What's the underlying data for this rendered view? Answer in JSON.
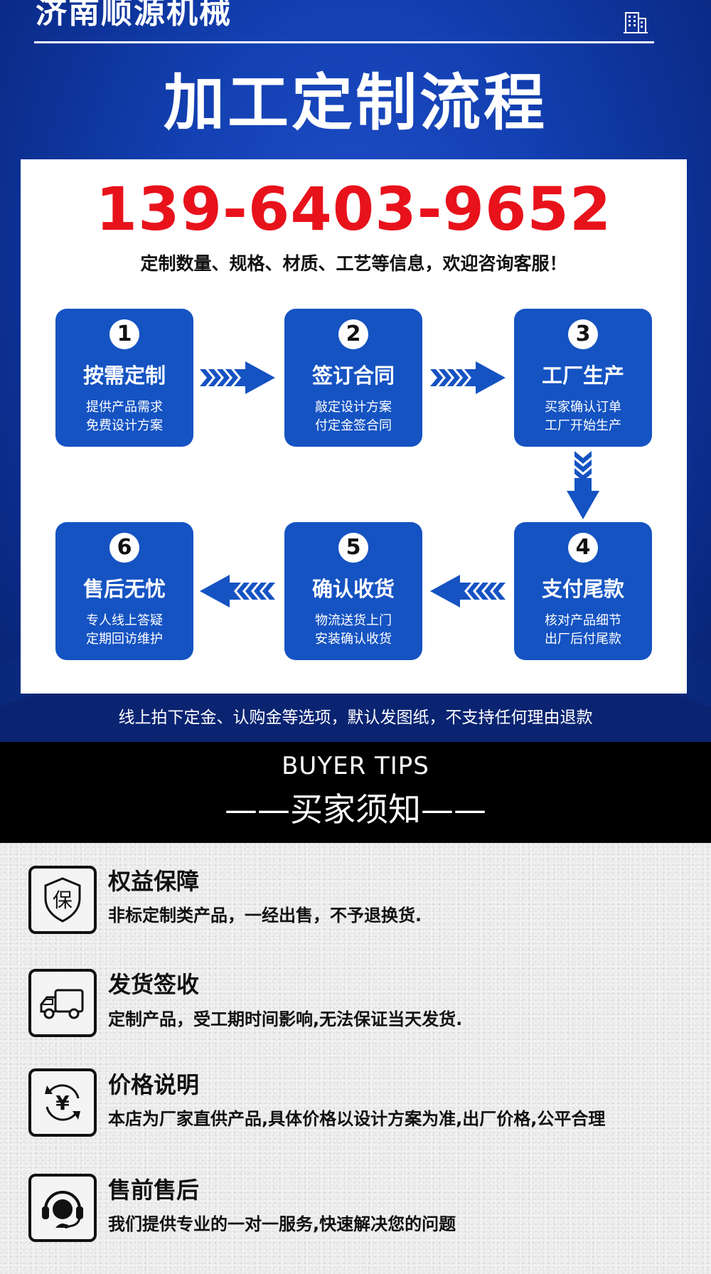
{
  "header": {
    "company": "济南顺源机械",
    "company_icon": "building-icon",
    "title": "加工定制流程"
  },
  "card": {
    "phone": "139-6403-9652",
    "subtitle": "定制数量、规格、材质、工艺等信息，欢迎咨询客服！",
    "steps": [
      {
        "num": "1",
        "name": "按需定制",
        "line1": "提供产品需求",
        "line2": "免费设计方案"
      },
      {
        "num": "2",
        "name": "签订合同",
        "line1": "敲定设计方案",
        "line2": "付定金签合同"
      },
      {
        "num": "3",
        "name": "工厂生产",
        "line1": "买家确认订单",
        "line2": "工厂开始生产"
      },
      {
        "num": "4",
        "name": "支付尾款",
        "line1": "核对产品细节",
        "line2": "出厂后付尾款"
      },
      {
        "num": "5",
        "name": "确认收货",
        "line1": "物流送货上门",
        "line2": "安装确认收货"
      },
      {
        "num": "6",
        "name": "售后无忧",
        "line1": "专人线上答疑",
        "line2": "定期回访维护"
      }
    ]
  },
  "note": "线上拍下定金、认购金等选项，默认发图纸，不支持任何理由退款",
  "buyer_tips": {
    "en": "BUYER TIPS",
    "cn": "——买家须知——"
  },
  "tips": [
    {
      "icon": "shield-icon",
      "title": "权益保障",
      "text": "非标定制类产品，一经出售，不予退换货."
    },
    {
      "icon": "truck-icon",
      "title": "发货签收",
      "text": "定制产品，受工期时间影响,无法保证当天发货."
    },
    {
      "icon": "yuan-cycle-icon",
      "title": "价格说明",
      "text": "本店为厂家直供产品,具体价格以设计方案为准,出厂价格,公平合理"
    },
    {
      "icon": "headset-icon",
      "title": "售前售后",
      "text": "我们提供专业的一对一服务,快速解决您的问题"
    }
  ],
  "colors": {
    "brand_blue": "#1553c2",
    "phone_red": "#e8121b",
    "banner_blue": "#123fb0"
  }
}
